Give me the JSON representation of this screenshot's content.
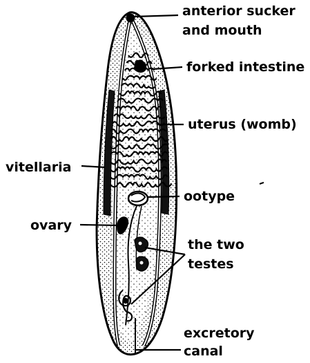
{
  "labels": {
    "anterior_sucker_line1": "anterior sucker",
    "anterior_sucker_line2": "and mouth",
    "forked_intestine": "forked intestine",
    "uterus": "uterus (womb)",
    "vitellaria": "vitellaria",
    "ootype": "ootype",
    "ovary": "ovary",
    "testes_line1": "the two",
    "testes_line2": "testes",
    "excretory_line1": "excretory",
    "excretory_line2": "canal"
  },
  "colors": {
    "ink": "#000000",
    "paper": "#ffffff",
    "body_fill": "#e6e6e6"
  }
}
